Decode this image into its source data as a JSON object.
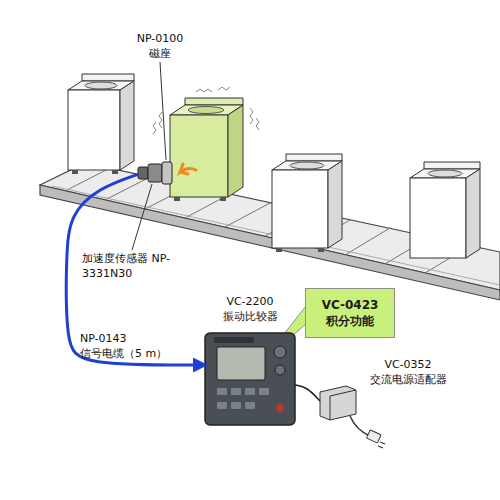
{
  "diagram": {
    "nodes": [
      {
        "text": [
          "加速度传感器 NP-3331N30"
        ]
      },
      {
        "text": [
          "VC-2200 振动比较器"
        ]
      },
      {
        "text": [
          "VC-0423 积分功能"
        ]
      },
      {
        "text": [
          "VC-0352 交流电源适配器"
        ]
      }
    ],
    "edges": [
      {
        "from": 0,
        "to": 1,
        "arrow": "to",
        "label": "NP-0143 信号电缆（5 m）"
      },
      {
        "from": 1,
        "to": 3,
        "arrow": "none"
      }
    ],
    "labels": [
      "NP-0100 磁座"
    ]
  }
}
